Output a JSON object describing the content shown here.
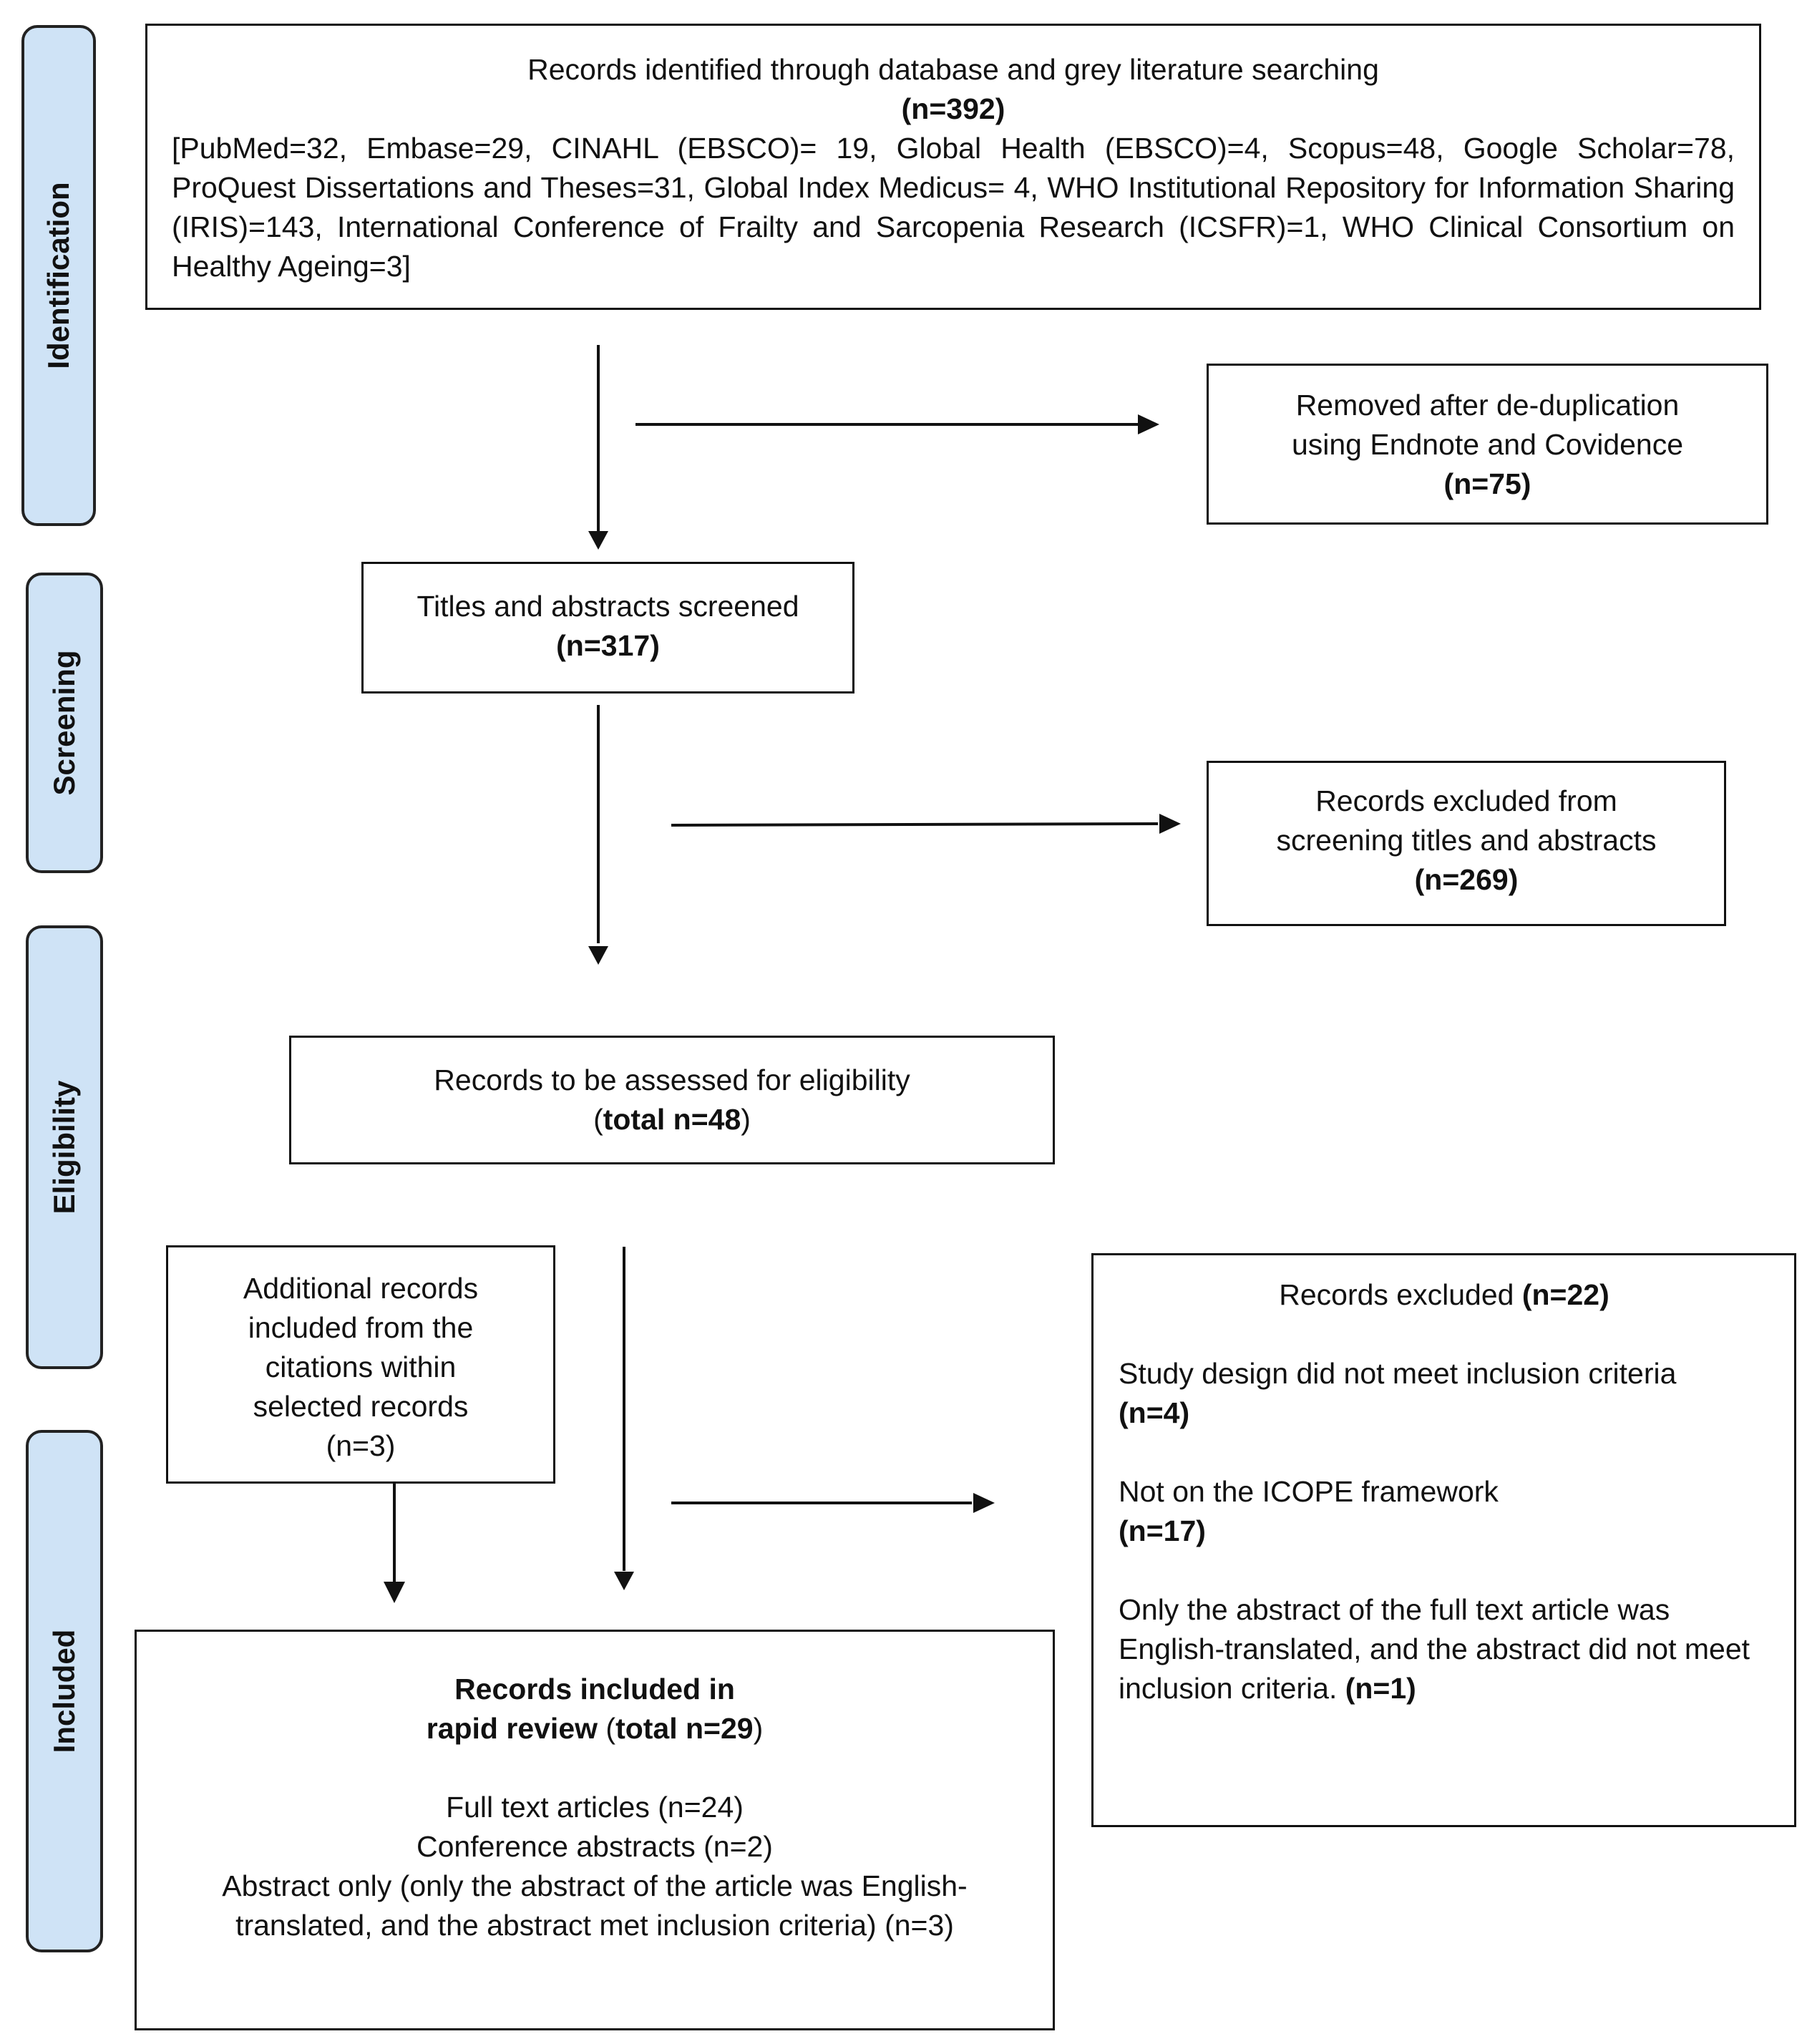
{
  "phases": {
    "identification": "Identification",
    "screening": "Screening",
    "eligibility": "Eligibility",
    "included": "Included"
  },
  "identified": {
    "heading": "Records identified through database and grey literature searching",
    "count": "(n=392)",
    "sources": "[PubMed=32, Embase=29, CINAHL (EBSCO)= 19, Global Health (EBSCO)=4, Scopus=48, Google Scholar=78, ProQuest Dissertations and Theses=31, Global Index Medicus= 4, WHO Institutional Repository for Information Sharing (IRIS)=143, International Conference of Frailty and Sarcopenia Research (ICSFR)=1, WHO Clinical Consortium on Healthy Ageing=3]"
  },
  "removed": {
    "line1": "Removed after de-duplication",
    "line2": "using Endnote and Covidence",
    "count": "(n=75)"
  },
  "screened": {
    "label": "Titles and abstracts screened",
    "count": "(n=317)"
  },
  "excluded_screening": {
    "line1": "Records excluded from",
    "line2": "screening titles and abstracts",
    "count": "(n=269)"
  },
  "eligibility": {
    "label": "Records to be assessed for eligibility",
    "count_open": "(",
    "count_bold": "total n=48",
    "count_close": ")"
  },
  "additional": {
    "line1": "Additional records",
    "line2": "included from the",
    "line3": "citations within",
    "line4": "selected records",
    "count": "(n=3)"
  },
  "excluded_eligibility": {
    "title": "Records excluded ",
    "title_count": "(n=22)",
    "reason1": "Study design did not meet inclusion criteria",
    "reason1_count": "(n=4)",
    "reason2": "Not on the ICOPE framework",
    "reason2_count": "(n=17)",
    "reason3": "Only the abstract of the full text article was English-translated, and the abstract did not meet inclusion criteria. ",
    "reason3_count": "(n=1)"
  },
  "included": {
    "line1": "Records included in",
    "line2_bold": "rapid review",
    "line2_open": " (",
    "line2_total": "total n=29",
    "line2_close": ")",
    "item1": "Full text articles (n=24)",
    "item2": "Conference abstracts (n=2)",
    "item3": "Abstract only (only the abstract of the article was English-translated, and the abstract met inclusion criteria) (n=3)"
  }
}
